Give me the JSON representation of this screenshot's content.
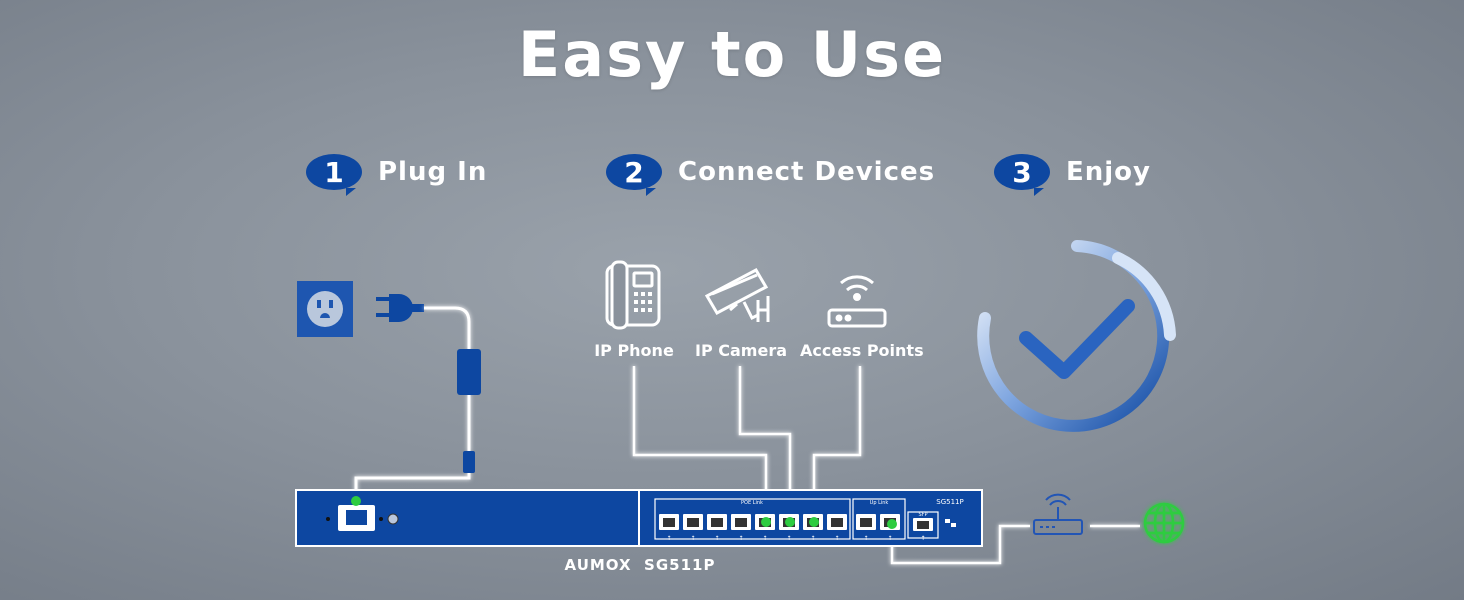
{
  "title": "Easy to Use",
  "steps": [
    {
      "number": "1",
      "label": "Plug In"
    },
    {
      "number": "2",
      "label": "Connect Devices"
    },
    {
      "number": "3",
      "label": "Enjoy"
    }
  ],
  "devices": [
    {
      "label": "IP Phone",
      "icon": "phone-icon"
    },
    {
      "label": "IP Camera",
      "icon": "camera-icon"
    },
    {
      "label": "Access Points",
      "icon": "wifi-router-icon"
    }
  ],
  "switch": {
    "model_caption": "AUMOX  SG511P",
    "face_model": "SG511P",
    "poe_label": "POE Link",
    "uplink_label": "Up Link",
    "sfp_label": "SFP"
  },
  "colors": {
    "brand_blue": "#0d47a1",
    "glow_white": "#ffffff",
    "link_green": "#2ecc40"
  }
}
